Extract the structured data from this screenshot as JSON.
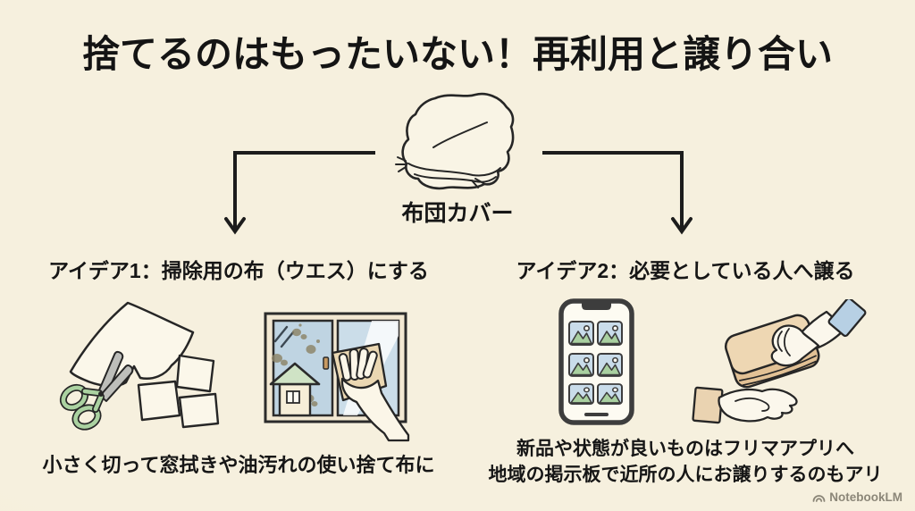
{
  "title": "捨てるのはもったいない！再利用と譲り合い",
  "source": {
    "label": "布団カバー",
    "illustration": "folded-futon-cover-line-drawing"
  },
  "ideas": [
    {
      "heading": "アイデア1：掃除用の布（ウエス）にする",
      "caption": "小さく切って窓拭きや油汚れの使い捨て布に",
      "illustrations": [
        "scissors-cutting-cloth-into-squares",
        "hand-wiping-dirty-window-with-cloth"
      ]
    },
    {
      "heading": "アイデア2：必要としている人へ譲る",
      "caption": "新品や状態が良いものはフリマアプリへ\n地域の掲示板で近所の人にお譲りするのもアリ",
      "illustrations": [
        "smartphone-with-marketplace-photo-listings",
        "hand-giving-folded-cloth-to-open-hand"
      ]
    }
  ],
  "watermark": {
    "label": "NotebookLM",
    "icon": "notebooklm-logo"
  },
  "colors": {
    "background": "#f5efdc",
    "text": "#161616",
    "arrow": "#1c1c1c",
    "scissors_handle_green": "#abd2a1",
    "blade_gray": "#bdbeba",
    "window_frame_cream": "#f2e8d2",
    "glass_blue": "#bfd4e2",
    "roof_green": "#cfe3c5",
    "dirt_brown": "#8d8468",
    "phone_dark": "#3d3d3d",
    "thumbnail_sky_blue": "#c9dcea",
    "thumbnail_mountain_green": "#a9d0a0",
    "cloth_tan": "#ecd5af",
    "cuff_blue": "#b7d0e4",
    "cuff_tan": "#ead3b1",
    "watermark_gray": "#8b8678"
  }
}
